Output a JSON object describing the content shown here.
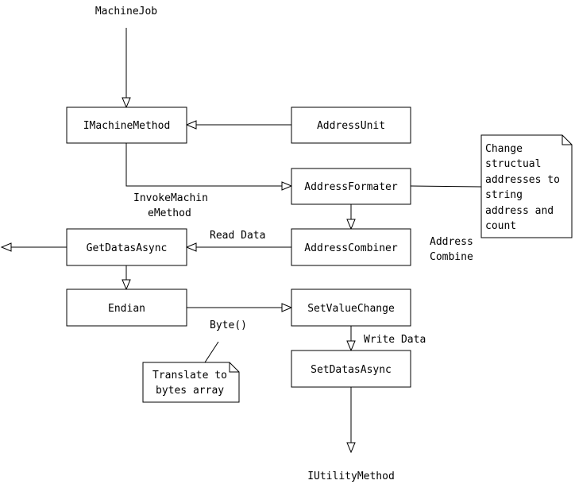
{
  "nodes": {
    "imachine_method": "IMachineMethod",
    "address_unit": "AddressUnit",
    "address_formater": "AddressFormater",
    "get_datas_async": "GetDatasAsync",
    "address_combiner": "AddressCombiner",
    "endian": "Endian",
    "set_value_change": "SetValueChange",
    "set_datas_async": "SetDatasAsync"
  },
  "labels": {
    "machine_job": "MachineJob",
    "invoke_line1": "InvokeMachin",
    "invoke_line2": "eMethod",
    "read_data": "Read Data",
    "address_combine_line1": "Address",
    "address_combine_line2": "Combine",
    "byte": "Byte()",
    "write_data": "Write Data",
    "iutility_method": "IUtilityMethod"
  },
  "notes": {
    "change_note": [
      "Change",
      "structual",
      "addresses to",
      "string",
      "address and",
      "count"
    ],
    "translate_note": [
      "Translate to",
      "bytes array"
    ]
  }
}
